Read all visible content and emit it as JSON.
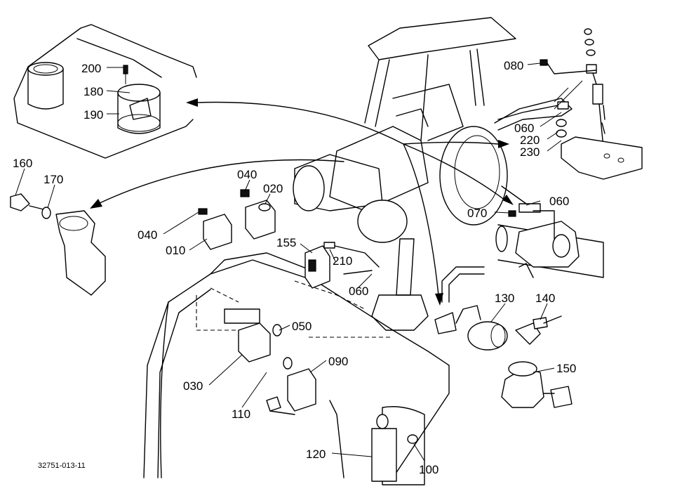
{
  "parts": {
    "p200": "200",
    "p180": "180",
    "p190": "190",
    "p160": "160",
    "p170": "170",
    "p040a": "040",
    "p020": "020",
    "p040b": "040",
    "p010": "010",
    "p155": "155",
    "p210": "210",
    "p060a": "060",
    "p080": "080",
    "p060b": "060",
    "p220": "220",
    "p230": "230",
    "p070": "070",
    "p060c": "060",
    "p130": "130",
    "p140": "140",
    "p150": "150",
    "p050": "050",
    "p090": "090",
    "p030": "030",
    "p110": "110",
    "p120": "120",
    "p100": "100"
  },
  "drawing_code": "32751-013-11"
}
